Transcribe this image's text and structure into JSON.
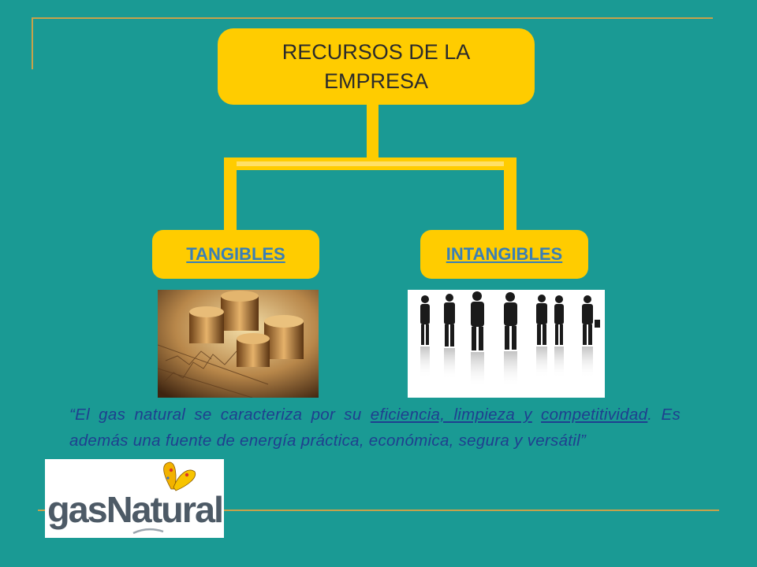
{
  "diagram": {
    "root": {
      "label": "RECURSOS DE LA EMPRESA"
    },
    "children": [
      {
        "label": "TANGIBLES"
      },
      {
        "label": "INTANGIBLES"
      }
    ]
  },
  "images": {
    "tangibles_photo": "coins-on-financial-chart",
    "intangibles_photo": "business-people-silhouettes"
  },
  "quote": {
    "open_mark": "“",
    "part1": "El gas natural se caracteriza por su ",
    "underlined1": "eficiencia, limpieza y",
    "space": " ",
    "underlined2": "competitividad",
    "part2": ". Es además una fuente de energía práctica, económica, segura y versátil",
    "close_mark": "”"
  },
  "logo": {
    "text": "gasNatural"
  },
  "colors": {
    "background": "#1a9a94",
    "box": "#ffcc00",
    "child_text": "#3a7fb5",
    "quote_text": "#1f3f8f",
    "rule": "#c8a24a"
  }
}
